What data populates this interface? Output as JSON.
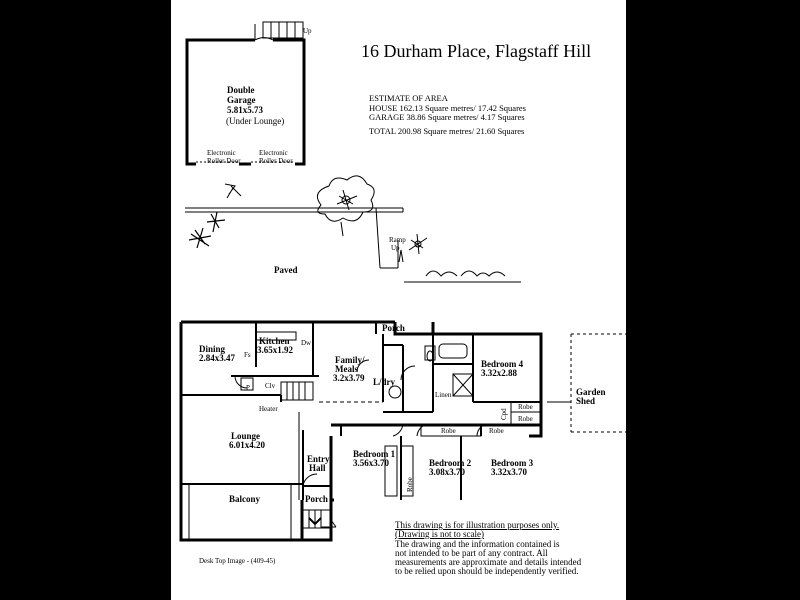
{
  "title": "16 Durham Place,  Flagstaff Hill",
  "area": {
    "heading": "ESTIMATE OF AREA",
    "house": "HOUSE  162.13 Square metres/ 17.42 Squares",
    "garage": "GARAGE  38.86 Square metres/ 4.17 Squares",
    "total": "TOTAL  200.98 Square metres/ 21.60 Squares"
  },
  "garage": {
    "name_line1": "Double",
    "name_line2": "Garage",
    "size": "5.81x5.73",
    "note": "(Under Lounge)",
    "door_left_1": "Electronic",
    "door_left_2": "Roller Door",
    "door_right_1": "Electronic",
    "door_right_2": "Roller Door",
    "up": "Up"
  },
  "outdoor": {
    "paved": "Paved",
    "ramp": "Ramp",
    "ramp_up": "Up",
    "garden_shed_1": "Garden",
    "garden_shed_2": "Shed"
  },
  "rooms": {
    "dining": {
      "name": "Dining",
      "size": "2.84x3.47"
    },
    "kitchen": {
      "name": "Kitchen",
      "size": "3.65x1.92"
    },
    "family": {
      "name": "Family/",
      "name2": "Meals",
      "size": "3.2x3.79"
    },
    "porch_top": {
      "name": "Porch"
    },
    "ldry": {
      "name": "L/dry"
    },
    "bed4": {
      "name": "Bedroom 4",
      "size": "3.32x2.88"
    },
    "lounge": {
      "name": "Lounge",
      "size": "6.01x4.20"
    },
    "entry": {
      "name": "Entry",
      "name2": "Hall"
    },
    "bed1": {
      "name": "Bedroom 1",
      "size": "3.56x3.70"
    },
    "bed2": {
      "name": "Bedroom 2",
      "size": "3.08x3.70"
    },
    "bed3": {
      "name": "Bedroom 3",
      "size": "3.32x3.70"
    },
    "balcony": {
      "name": "Balcony"
    },
    "porch_bottom": {
      "name": "Porch"
    }
  },
  "fixtures": {
    "fs": "Fs",
    "dw": "Dw",
    "p": "P",
    "clv": "Clv",
    "heater": "Heater",
    "linen": "Linen",
    "robe_top": "Robe",
    "robe_side": "Robe",
    "robe_cpd": "Cpd",
    "robe_mid": "Robe",
    "robe_bed1": "Robe",
    "robe_b4": "Robe"
  },
  "disclaimer": {
    "line1": "This drawing is for illustration purposes only.",
    "line2": "(Drawing is not to scale)",
    "line3": "The drawing and the information contained is",
    "line4": "not intended to be part of any contract.  All",
    "line5": "measurements are approximate and details intended",
    "line6": "to be relied upon should be independently verified."
  },
  "footer": "Desk Top Image - (409-45)"
}
